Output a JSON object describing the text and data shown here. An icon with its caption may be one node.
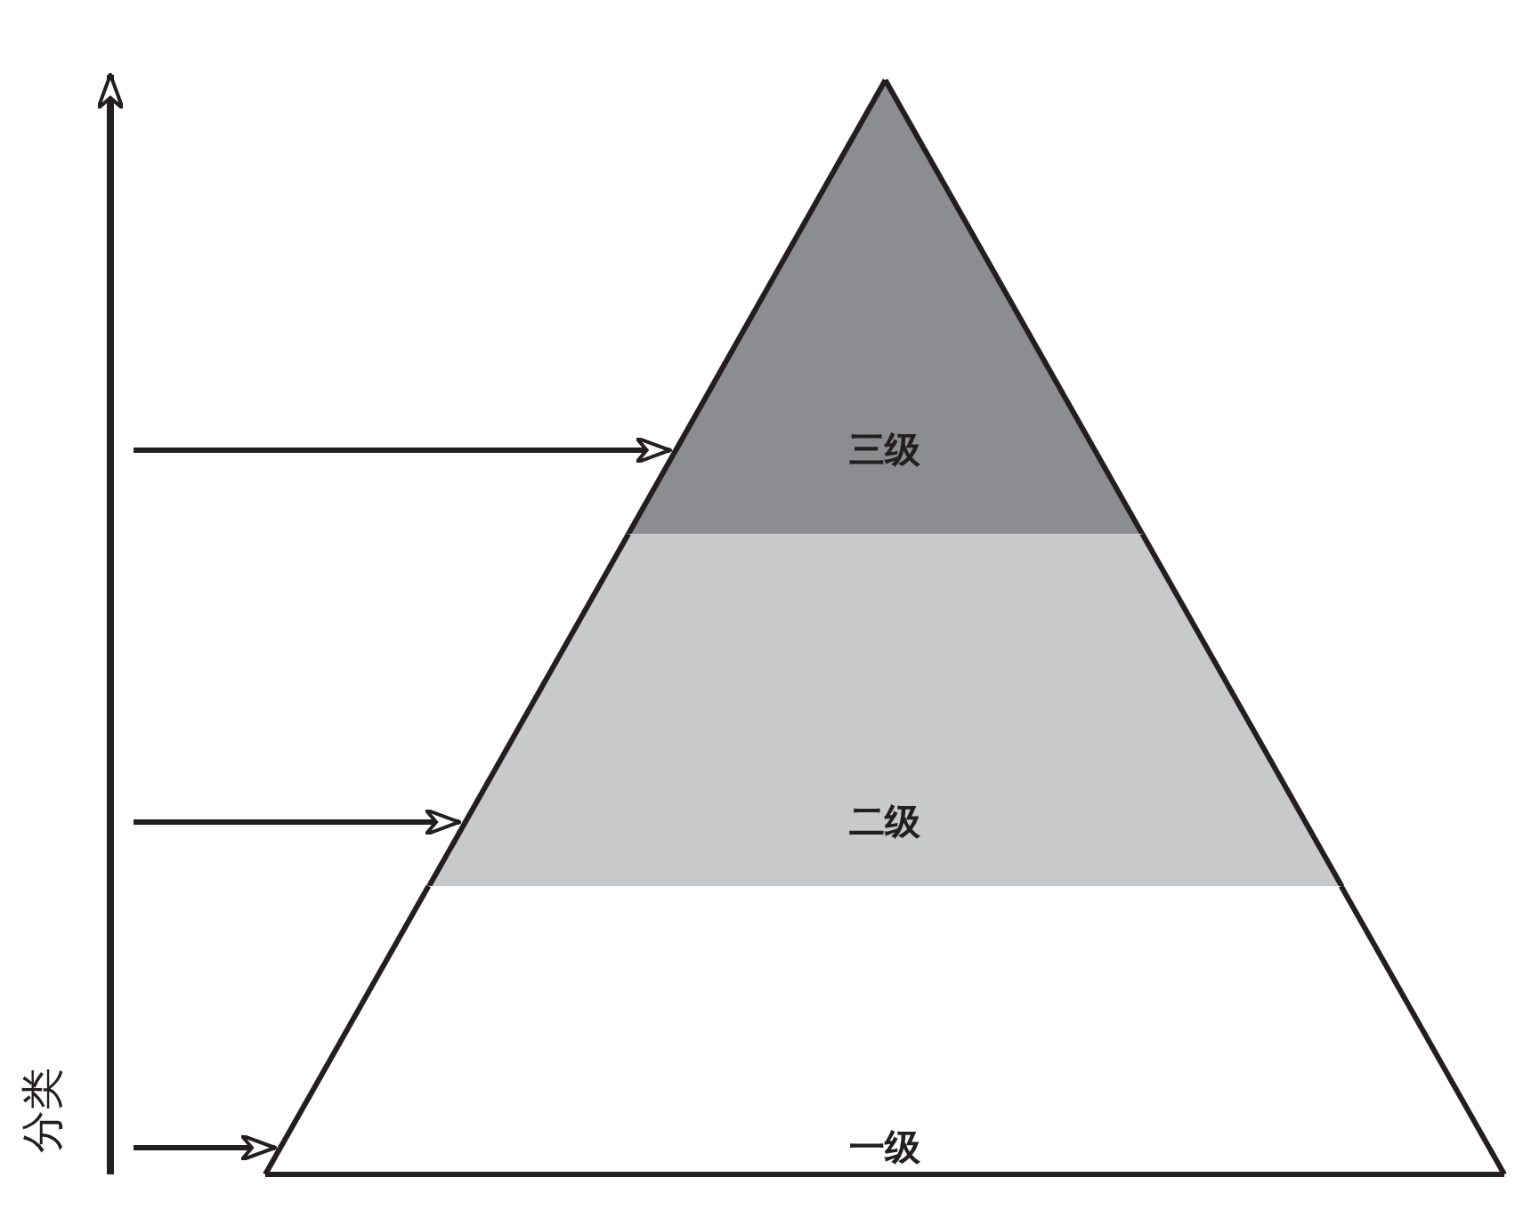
{
  "diagram": {
    "nodes": [
      {
        "text": [
          "三级"
        ]
      },
      {
        "text": [
          "二级"
        ]
      },
      {
        "text": [
          "一级"
        ]
      }
    ],
    "edges": [
      {
        "from": null,
        "to": 0,
        "arrow": "to"
      },
      {
        "from": null,
        "to": 1,
        "arrow": "to"
      },
      {
        "from": null,
        "to": 2,
        "arrow": "to"
      }
    ],
    "labels": [
      "分类"
    ]
  }
}
